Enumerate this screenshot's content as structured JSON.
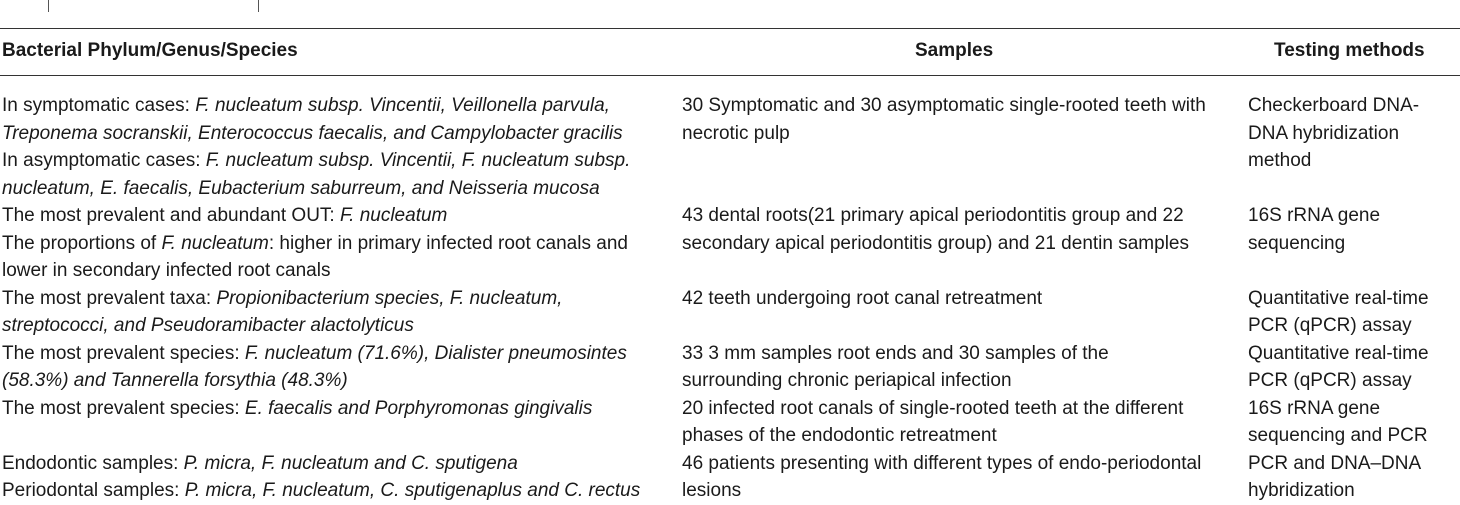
{
  "headers": {
    "col1": "Bacterial Phylum/Genus/Species",
    "col2": "Samples",
    "col3": "Testing methods"
  },
  "rows": [
    {
      "c1": [
        {
          "prefix": "In symptomatic cases: ",
          "italic": "F. nucleatum subsp. Vincentii, Veillonella parvula,"
        },
        {
          "prefix": "",
          "italic": "Treponema socranskii, Enterococcus faecalis, and Campylobacter gracilis"
        },
        {
          "prefix": "In asymptomatic cases: ",
          "italic": "F. nucleatum subsp. Vincentii, F. nucleatum subsp."
        },
        {
          "prefix": "",
          "italic": "nucleatum, E. faecalis, Eubacterium saburreum, and Neisseria mucosa"
        }
      ],
      "c2": [
        "30 Symptomatic and 30 asymptomatic single-rooted teeth with",
        "necrotic pulp"
      ],
      "c3": [
        "Checkerboard DNA-",
        "DNA hybridization",
        "method"
      ]
    },
    {
      "c1": [
        {
          "prefix": "The most prevalent and abundant OUT: ",
          "italic": "F. nucleatum"
        },
        {
          "prefix": "The proportions of ",
          "italic": "F. nucleatum",
          "suffix": ": higher in primary infected root canals and"
        },
        {
          "prefix": "lower in secondary infected root canals",
          "italic": ""
        }
      ],
      "c2": [
        "43 dental roots(21 primary apical periodontitis group and 22",
        "secondary apical periodontitis group) and 21 dentin samples"
      ],
      "c3": [
        "16S rRNA gene",
        "sequencing"
      ]
    },
    {
      "c1": [
        {
          "prefix": "The most prevalent taxa: ",
          "italic": "Propionibacterium species, F. nucleatum,"
        },
        {
          "prefix": "",
          "italic": "streptococci, and Pseudoramibacter alactolyticus"
        }
      ],
      "c2": [
        "42 teeth undergoing root canal retreatment"
      ],
      "c3": [
        "Quantitative real-time",
        "PCR (qPCR) assay"
      ]
    },
    {
      "c1": [
        {
          "prefix": "The most prevalent species: ",
          "italic": "F. nucleatum (71.6%), Dialister pneumosintes"
        },
        {
          "prefix": "",
          "italic": "(58.3%) and Tannerella forsythia (48.3%)"
        }
      ],
      "c2": [
        "33 3 mm samples root ends and 30 samples of the",
        "surrounding chronic periapical infection"
      ],
      "c3": [
        "Quantitative real-time",
        "PCR (qPCR) assay"
      ]
    },
    {
      "c1": [
        {
          "prefix": "The most prevalent species: ",
          "italic": "E. faecalis and Porphyromonas gingivalis"
        }
      ],
      "c2": [
        "20 infected root canals of single-rooted teeth at the different",
        "phases of the endodontic retreatment"
      ],
      "c3": [
        "16S rRNA gene",
        "sequencing and PCR"
      ]
    },
    {
      "c1": [
        {
          "prefix": "Endodontic samples: ",
          "italic": "P. micra, F. nucleatum and C. sputigena"
        },
        {
          "prefix": "Periodontal samples: ",
          "italic": "P. micra, F. nucleatum, C. sputigenaplus and C. rectus"
        }
      ],
      "c2": [
        "46 patients presenting with different types of endo-periodontal",
        "lesions"
      ],
      "c3": [
        "PCR and DNA–DNA",
        "hybridization"
      ]
    }
  ]
}
